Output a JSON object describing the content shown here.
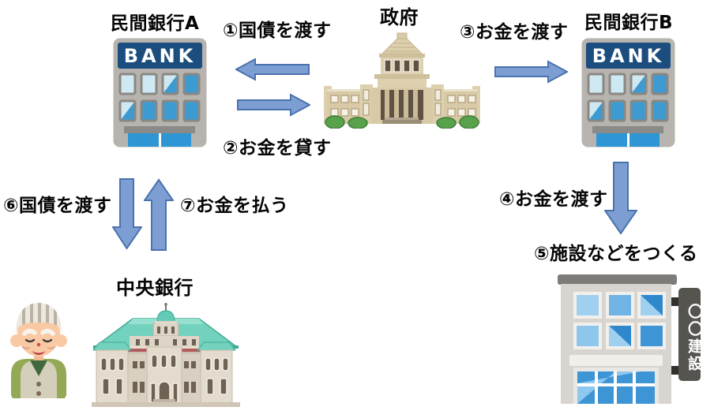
{
  "nodes": {
    "bank_a": {
      "label": "民間銀行A",
      "sign_text": "BANK"
    },
    "government": {
      "label": "政府"
    },
    "bank_b": {
      "label": "民間銀行B",
      "sign_text": "BANK"
    },
    "central_bank": {
      "label": "中央銀行"
    },
    "construction_company": {
      "sign_text": "〇〇建設"
    }
  },
  "steps": {
    "s1": "①国債を渡す",
    "s2": "②お金を貸す",
    "s3": "③お金を渡す",
    "s4": "④お金を渡す",
    "s5": "⑤施設などをつくる",
    "s6": "⑥国債を渡す",
    "s7": "⑦お金を払う"
  },
  "colors": {
    "arrow_fill": "#7d9ed3",
    "arrow_border": "#4a72ad",
    "bank_sign_bg": "#1c4d7f",
    "text": "#000000",
    "background": "#ffffff"
  }
}
